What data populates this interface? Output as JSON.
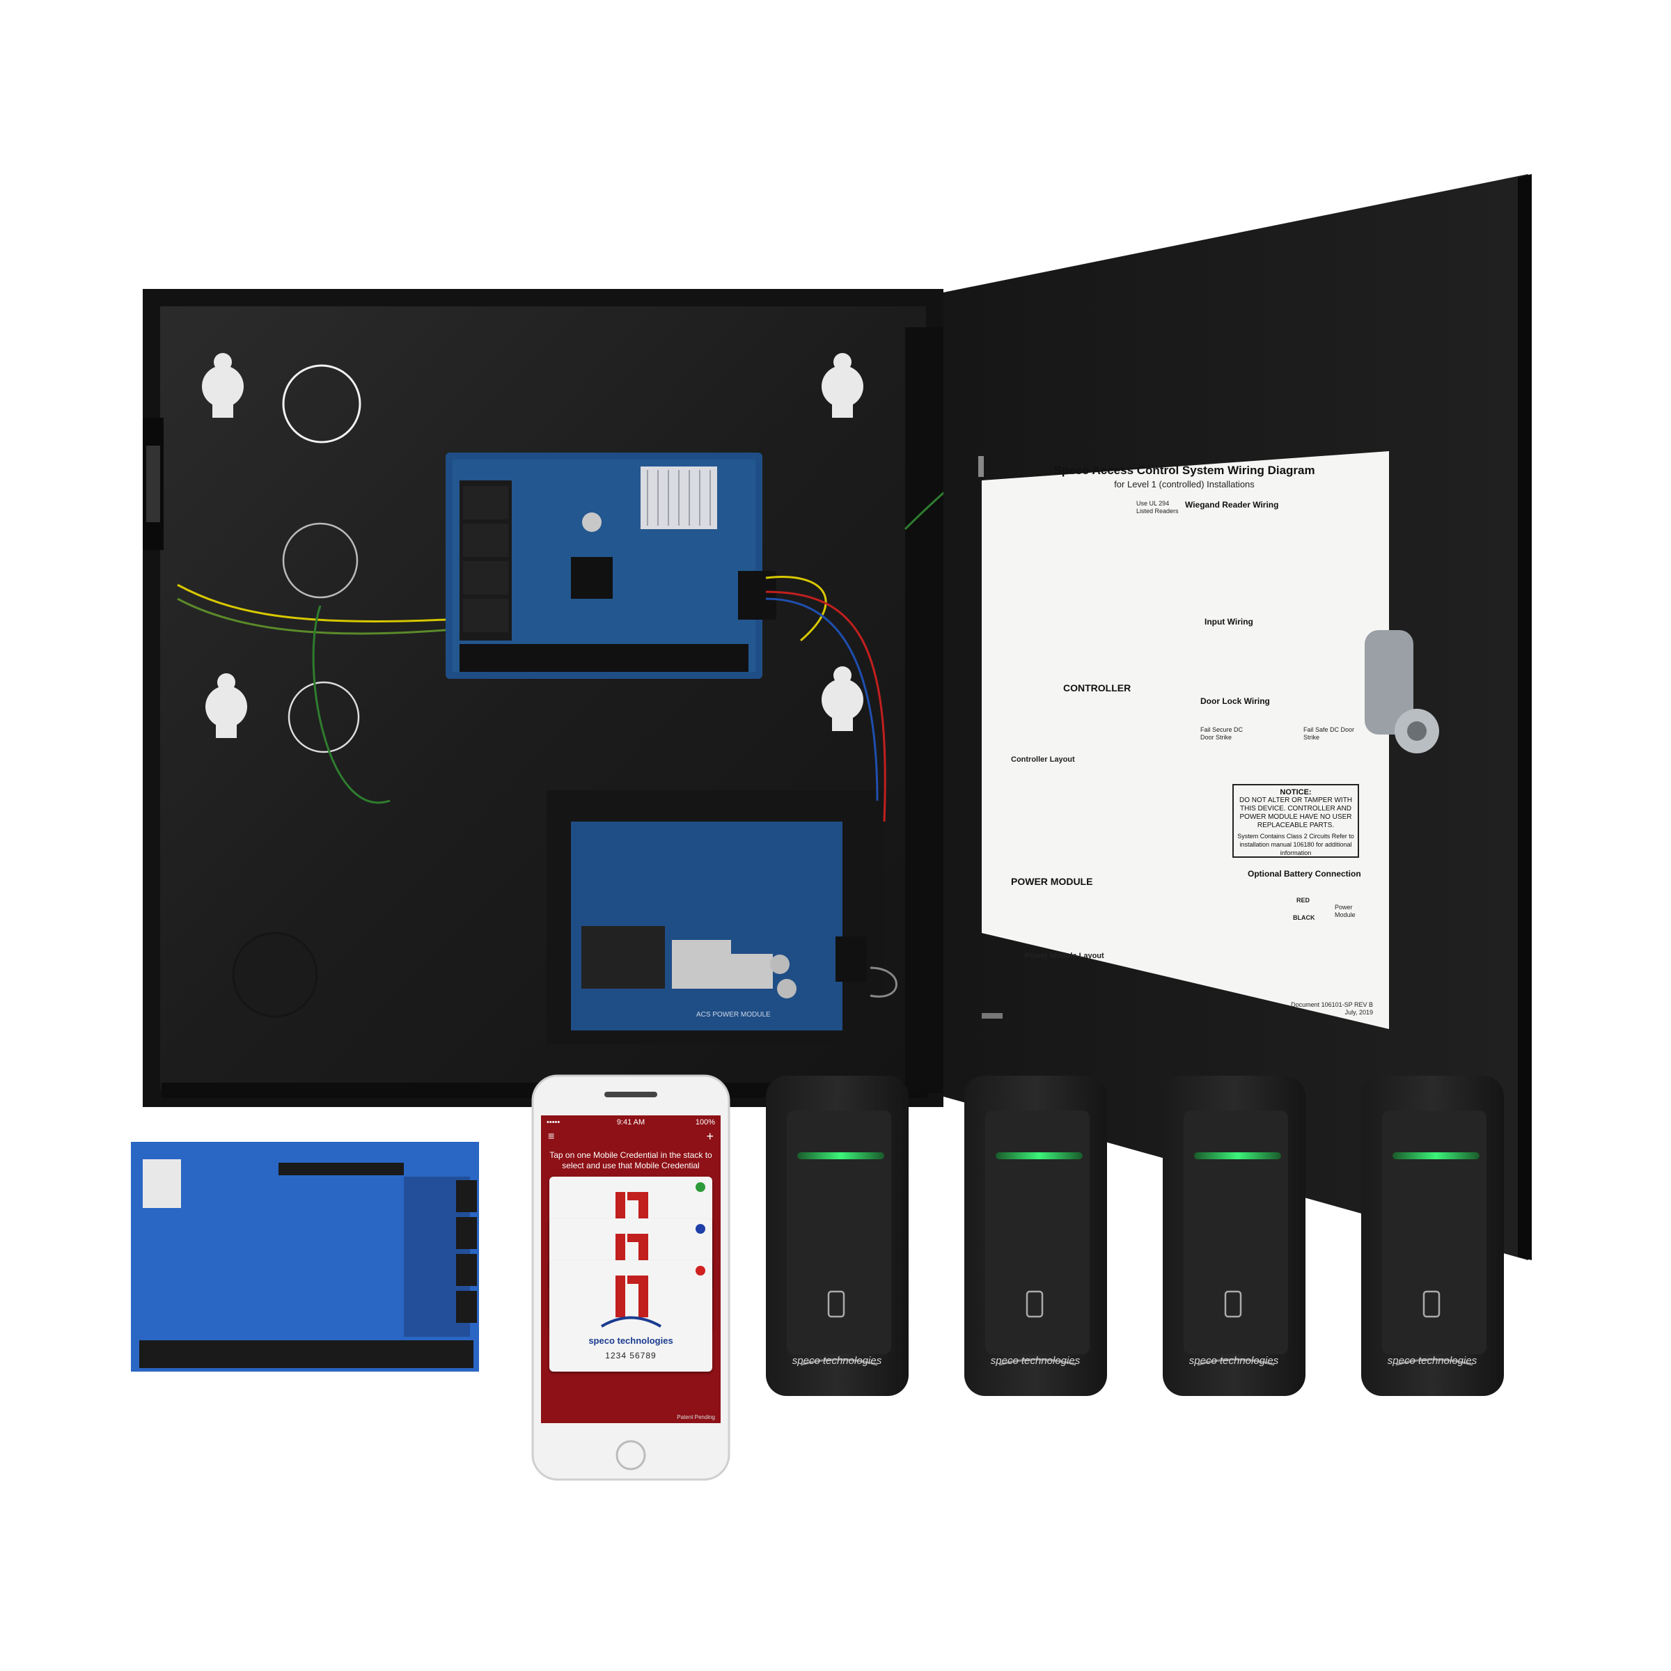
{
  "diagram": {
    "title": "Speco Access Control System Wiring Diagram",
    "subtitle": "for Level 1 (controlled) Installations",
    "controller_label": "CONTROLLER",
    "power_module_label": "POWER MODULE",
    "wiegand_label": "Wiegand Reader Wiring",
    "input_label": "Input Wiring",
    "door_lock_label": "Door Lock Wiring",
    "battery_label": "Optional Battery Connection",
    "controller_layout_label": "Controller Layout",
    "power_layout_label": "Power Module Layout",
    "notice_title": "NOTICE:",
    "notice_text": "DO NOT ALTER OR TAMPER WITH THIS DEVICE. CONTROLLER AND POWER MODULE HAVE NO USER REPLACEABLE PARTS.",
    "notice_sub": "System Contains Class 2 Circuits Refer to installation manual 106180 for additional information",
    "readers_note": "Use UL 294 Listed Readers",
    "fail_secure": "Fail Secure DC Door Strike",
    "fail_safe": "Fail Safe DC Door Strike",
    "red": "RED",
    "black": "BLACK",
    "power_module": "Power Module",
    "document": "Document 106101-SP REV B July, 2019"
  },
  "phone": {
    "carrier": "•••••",
    "time": "9:41 AM",
    "battery": "100%",
    "menu_icon": "≡",
    "plus_icon": "+",
    "instruction": "Tap on one Mobile Credential in the stack to select and use that Mobile Credential",
    "brand": "speco technologies",
    "card_number": "1234    56789",
    "footer": "Patent Pending",
    "dot_colors": [
      "#2e9b3a",
      "#1f3fa8",
      "#d0201f"
    ]
  },
  "readers": [
    {
      "brand": "speco technologies"
    },
    {
      "brand": "speco technologies"
    },
    {
      "brand": "speco technologies"
    },
    {
      "brand": "speco technologies"
    }
  ],
  "pcb": {
    "module_label": "ACS POWER MODULE"
  }
}
